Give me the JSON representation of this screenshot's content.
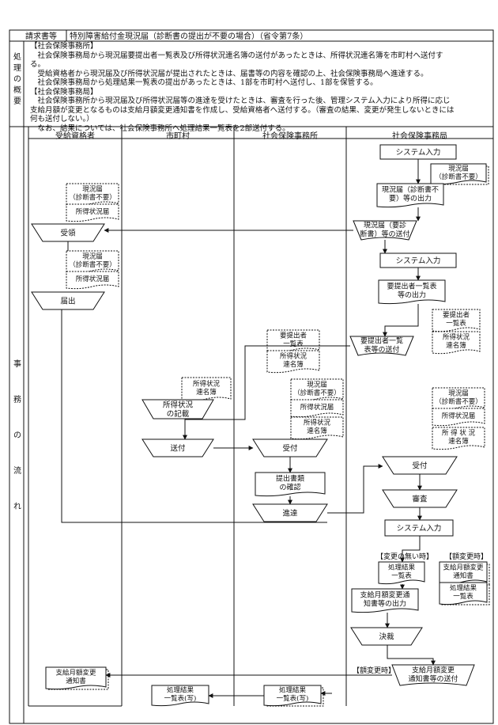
{
  "header": {
    "label": "請求書等",
    "value": "特別障害給付金現況届（診断書の提出が不要の場合）（省令第7条）"
  },
  "summary": {
    "side_label": "処理の概要",
    "lines": [
      "【社会保険事務所】",
      "　社会保険事務局から現況届要提出者一覧表及び所得状況連名簿の送付があったときは、所得状況連名簿を市町村へ送付す",
      "る。",
      "　受給資格者から現況届及び所得状況届が提出されたときは、届書等の内容を確認の上、社会保険事務局へ進達する。",
      "　社会保険事務局から処理結果一覧表の提出があったときは、1部を市町村へ送付し、1部を保管する。",
      "【社会保険事務局】",
      "　社会保険事務所から現況届及び所得状況届等の進達を受けたときは、審査を行った後、管理システム入力により所得に応じ",
      "支給月額が変更となるものは支給月額変更通知書を作成し、受給資格者へ送付する。（審査の結果、変更が発生しないときには",
      "何も送付しない。）",
      "　なお、結果については、社会保険事務所へ処理結果一覧表を2部送付する。"
    ]
  },
  "flow": {
    "side_label": "事務の流れ",
    "lanes": [
      "受給資格者",
      "市町村",
      "社会保険事務所",
      "社会保険事務局"
    ],
    "nodes": {
      "sys_input_1": "システム入力",
      "doc_genkyo_1": [
        "現況届",
        "（診断書不要）"
      ],
      "output_genkyo": [
        "現況届（診断書不",
        "要）等の出力"
      ],
      "send_genkyo": [
        "現況届（要診",
        "断書）等の送付"
      ],
      "sys_input_2": "システム入力",
      "output_list": [
        "要提出者一覧表",
        "等の出力"
      ],
      "doc_list_a": [
        "要提出者",
        "一覧表"
      ],
      "doc_shotoku_a": [
        "所得状況",
        "連名簿"
      ],
      "send_list": [
        "要提出者一覧",
        "表等の送付"
      ],
      "doc_list_b": [
        "要提出者",
        "一覧表"
      ],
      "doc_shotoku_b": [
        "所得状況",
        "連名簿"
      ],
      "doc_genkyo_2": [
        "現況届",
        "（診断書不要）"
      ],
      "doc_shotokutodoke_2": "所得状況届",
      "recv_1": "受領",
      "doc_genkyo_3": [
        "現況届",
        "（診断書不要）"
      ],
      "doc_shotokutodoke_3": "所得状況届",
      "submit": "届出",
      "doc_shotoku_c": [
        "所得状況",
        "連名簿"
      ],
      "fill_shotoku": [
        "所得状況",
        "の記載"
      ],
      "send_muni": "送付",
      "doc_genkyo_4": [
        "現況届",
        "（診断書不要）"
      ],
      "doc_shotokutodoke_4": "所得状況届",
      "doc_shotoku_d": [
        "所得状況",
        "連名簿"
      ],
      "recv_office": "受付",
      "check": [
        "提出書類",
        "の確認"
      ],
      "forward": "進達",
      "doc_genkyo_5": [
        "現況届",
        "（診断書不要）"
      ],
      "doc_shotokutodoke_5": "所得状況届",
      "doc_shotoku_e": [
        "所 得 状 況",
        "連名簿"
      ],
      "recv_bureau": "受付",
      "review": "審査",
      "sys_input_3": "システム入力",
      "label_nochange": "【変更の無い時】",
      "label_change": "【額変更時】",
      "doc_result_1": [
        "処理結果",
        "一覧表"
      ],
      "doc_notice_1": [
        "支給月額変更",
        "通知書"
      ],
      "doc_result_2": [
        "処理結果",
        "一覧表"
      ],
      "output_notice": [
        "支給月額変更通",
        "知書等の出力"
      ],
      "decision": "決裁",
      "label_change_2": "【額変更時】",
      "send_notice": [
        "支給月額変更",
        "通知書等の送付"
      ],
      "doc_notice_final": [
        "支給月額変更",
        "通知書"
      ],
      "doc_result_muni": [
        "処理結果",
        "一覧表(写)"
      ],
      "doc_result_office": [
        "処理結果",
        "一覧表(写)"
      ]
    }
  }
}
